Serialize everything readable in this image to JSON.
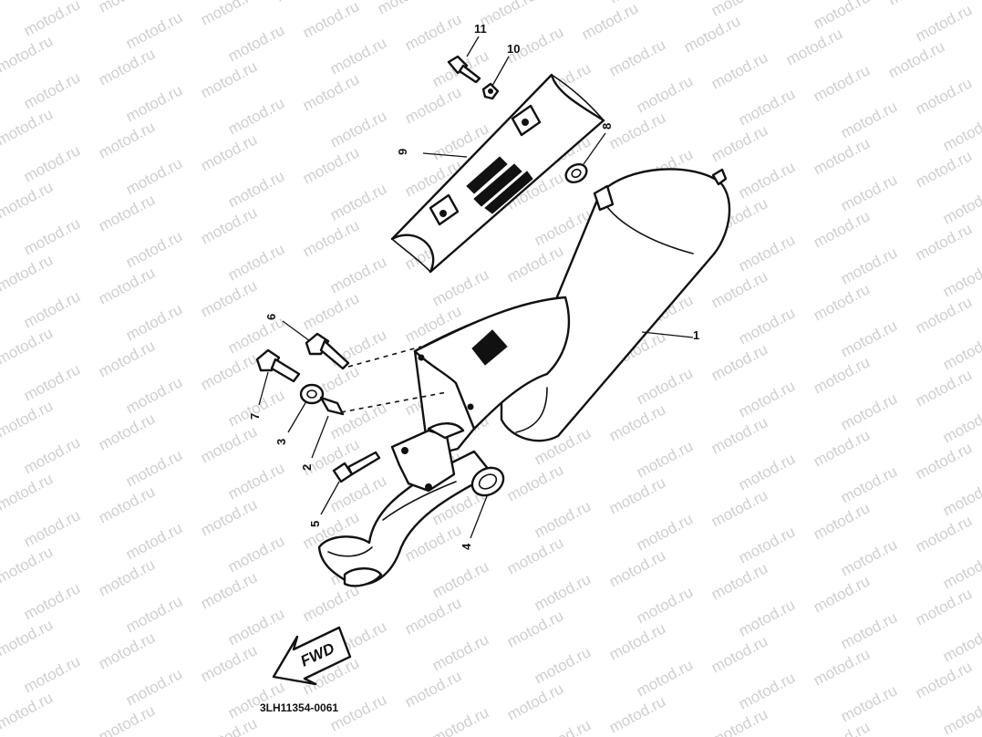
{
  "watermark": {
    "text": "motod.ru"
  },
  "callouts": [
    {
      "id": "1",
      "label": "1"
    },
    {
      "id": "2",
      "label": "2"
    },
    {
      "id": "3",
      "label": "3"
    },
    {
      "id": "4",
      "label": "4"
    },
    {
      "id": "5",
      "label": "5"
    },
    {
      "id": "6",
      "label": "6"
    },
    {
      "id": "7",
      "label": "7"
    },
    {
      "id": "8",
      "label": "8"
    },
    {
      "id": "9",
      "label": "9"
    },
    {
      "id": "10",
      "label": "10"
    },
    {
      "id": "11",
      "label": "11"
    }
  ],
  "direction_arrow": {
    "label": "FWD"
  },
  "diagram_code": "3LH11354-0061"
}
